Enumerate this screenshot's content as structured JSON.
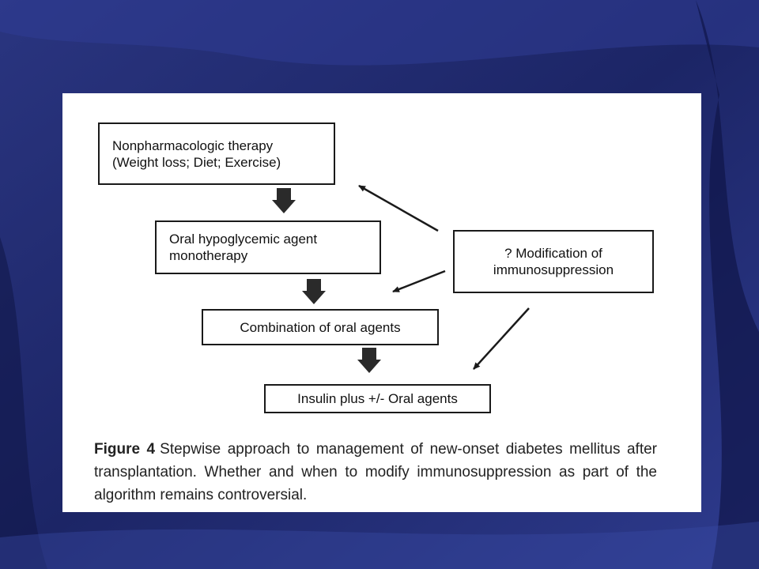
{
  "diagram": {
    "nodes": {
      "nonpharm": {
        "lines": [
          "Nonpharmacologic therapy",
          "(Weight loss; Diet; Exercise)"
        ]
      },
      "oral_mono": {
        "lines": [
          "Oral hypoglycemic agent",
          "monotherapy"
        ]
      },
      "combination": {
        "lines": [
          "Combination of oral agents"
        ]
      },
      "insulin": {
        "lines": [
          "Insulin plus +/- Oral agents"
        ]
      },
      "modification": {
        "lines": [
          "? Modification of",
          "immunosuppression"
        ]
      }
    },
    "edges": [
      {
        "from": "nonpharm",
        "to": "oral_mono",
        "style": "block-arrow"
      },
      {
        "from": "oral_mono",
        "to": "combination",
        "style": "block-arrow"
      },
      {
        "from": "combination",
        "to": "insulin",
        "style": "block-arrow"
      },
      {
        "from": "modification",
        "to": "nonpharm",
        "style": "line-arrow"
      },
      {
        "from": "modification",
        "to": "combination",
        "style": "line-arrow"
      },
      {
        "from": "modification",
        "to": "insulin",
        "style": "line-arrow"
      }
    ]
  },
  "caption": {
    "label": "Figure 4",
    "text": "Stepwise approach to management of new-onset diabetes mellitus after transplantation. Whether and when to modify immunosuppression as part of the algorithm remains controversial."
  },
  "colors": {
    "background": "#1f2968",
    "wave_dark": "#0c1340",
    "wave_light": "#3a4aa6",
    "ink": "#1a1a1a"
  }
}
